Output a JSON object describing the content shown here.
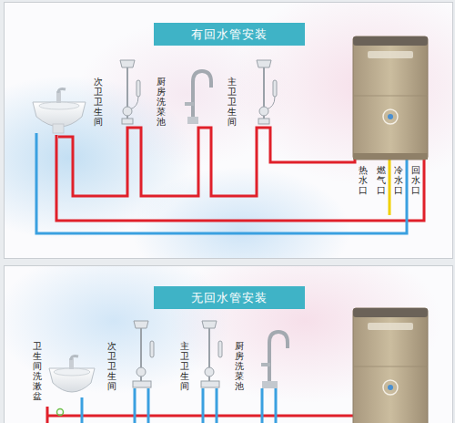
{
  "diagram": {
    "nodes": [
      {
        "text": [
          "有回水管安装"
        ]
      },
      {
        "text": [
          "无回水管安装"
        ]
      }
    ],
    "labels": [
      "次卫卫生间",
      "厨房洗菜池",
      "主卫卫生间",
      "热水口",
      "燃气口",
      "冷水口",
      "回水口",
      "卫生间洗漱盆",
      "次卫卫生间",
      "主卫卫生间",
      "厨房洗菜池"
    ]
  }
}
